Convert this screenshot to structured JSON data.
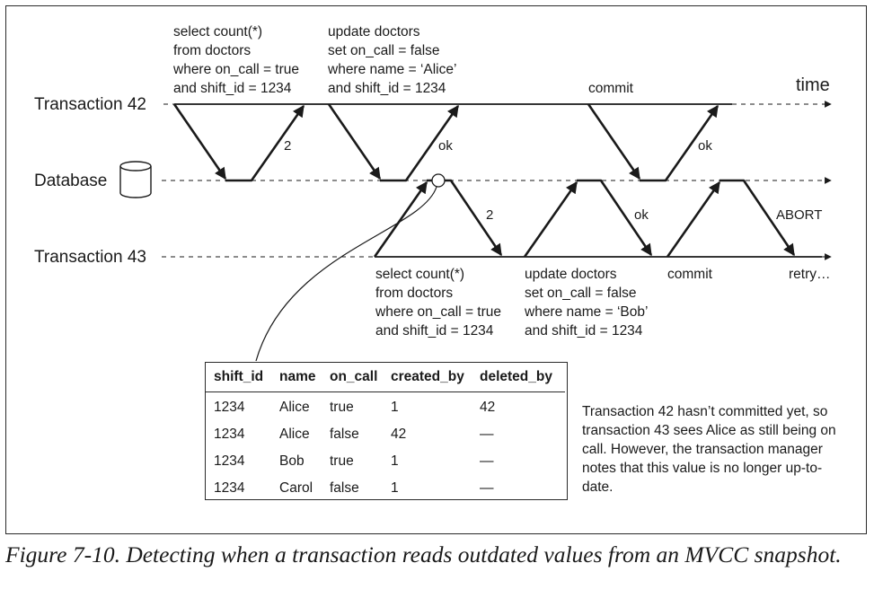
{
  "lanes": {
    "t42": "Transaction 42",
    "db": "Database",
    "t43": "Transaction 43",
    "time": "time"
  },
  "t42_query1": [
    "select count(*)",
    "from doctors",
    "where on_call = true",
    "and shift_id = 1234"
  ],
  "t42_response1": "2",
  "t42_update": [
    "update doctors",
    "set on_call = false",
    "where name = ‘Alice’",
    "and shift_id = 1234"
  ],
  "t42_update_response": "ok",
  "t42_commit": "commit",
  "t42_commit_response": "ok",
  "t43_query1": [
    "select count(*)",
    "from doctors",
    "where on_call = true",
    "and shift_id = 1234"
  ],
  "t43_response1": "2",
  "t43_update": [
    "update doctors",
    "set on_call = false",
    "where name = ‘Bob’",
    "and shift_id = 1234"
  ],
  "t43_update_response": "ok",
  "t43_commit": "commit",
  "t43_commit_response": "ABORT",
  "t43_retry": "retry…",
  "table": {
    "headers": [
      "shift_id",
      "name",
      "on_call",
      "created_by",
      "deleted_by"
    ],
    "rows": [
      [
        "1234",
        "Alice",
        "true",
        "1",
        "42"
      ],
      [
        "1234",
        "Alice",
        "false",
        "42",
        "—"
      ],
      [
        "1234",
        "Bob",
        "true",
        "1",
        "—"
      ],
      [
        "1234",
        "Carol",
        "false",
        "1",
        "—"
      ]
    ]
  },
  "note": "Transaction 42 hasn’t committed yet, so transaction 43 sees Alice as still being on call. However, the transaction manager notes that this value is no longer up-to-date.",
  "caption": "Figure 7-10. Detecting when a transaction reads outdated values from an MVCC snapshot."
}
